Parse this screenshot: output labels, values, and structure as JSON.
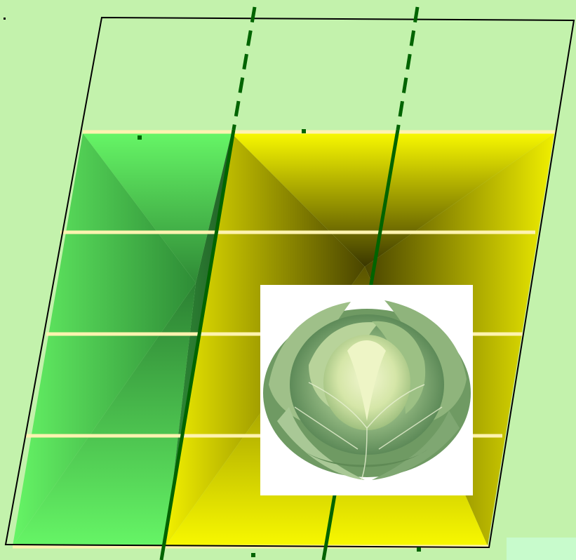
{
  "diagram": {
    "background_color": "#c3f2ac",
    "outline_color": "#000000",
    "divider_color": "#006400",
    "grid_line_color": "#fff3b0",
    "sections": [
      {
        "name": "green-section",
        "base_color": "#66f566",
        "shade_color": "#1d5a1d"
      },
      {
        "name": "yellow-section",
        "base_color": "#f5f500",
        "shade_color": "#2d2a00"
      }
    ],
    "horizontal_dividers": 3,
    "vertical_dividers": 2,
    "image": {
      "subject": "cabbage",
      "icon": "cabbage-icon"
    }
  }
}
